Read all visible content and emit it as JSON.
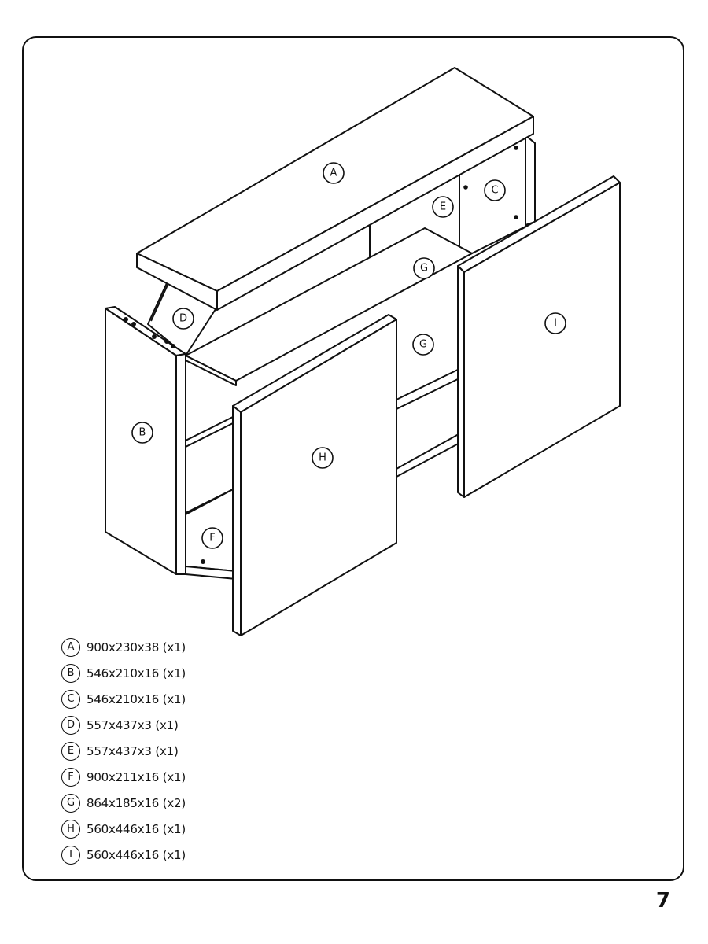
{
  "page": {
    "number": "7"
  },
  "parts": [
    {
      "id": "A",
      "dims": "900x230x38 (x1)"
    },
    {
      "id": "B",
      "dims": "546x210x16 (x1)"
    },
    {
      "id": "C",
      "dims": "546x210x16 (x1)"
    },
    {
      "id": "D",
      "dims": "557x437x3 (x1)"
    },
    {
      "id": "E",
      "dims": "557x437x3 (x1)"
    },
    {
      "id": "F",
      "dims": "900x211x16 (x1)"
    },
    {
      "id": "G",
      "dims": "864x185x16 (x2)"
    },
    {
      "id": "H",
      "dims": "560x446x16 (x1)"
    },
    {
      "id": "I",
      "dims": "560x446x16 (x1)"
    }
  ],
  "callouts": {
    "A": "A",
    "B": "B",
    "C": "C",
    "D": "D",
    "E": "E",
    "F": "F",
    "G1": "G",
    "G2": "G",
    "H": "H",
    "I": "I"
  }
}
